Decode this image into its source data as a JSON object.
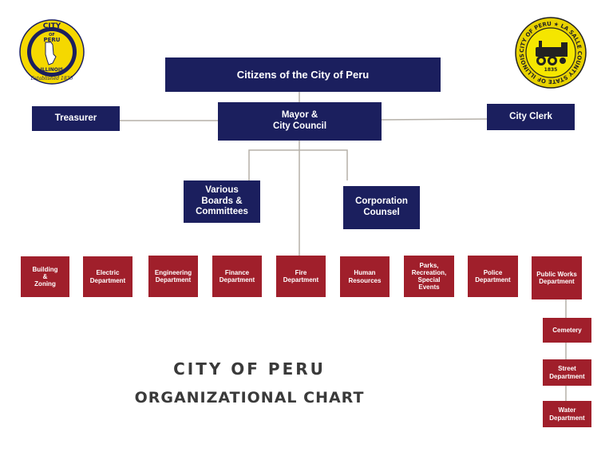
{
  "seal_left": {
    "top_text": "CITY",
    "of": "OF",
    "name": "PERU",
    "state": "ILLINOIS",
    "established": "Established 1835",
    "colors": {
      "ring": "#f5d800",
      "inner": "#1b1f5e"
    }
  },
  "seal_right": {
    "ring_text": "CITY OF PERU ★ LA SALLE COUNTY STATE OF ILLINOIS",
    "year": "1835",
    "colors": {
      "ring": "#e8d200",
      "inner": "#f5e600"
    }
  },
  "nodes": {
    "citizens": "Citizens of the City of Peru",
    "treasurer": "Treasurer",
    "mayor": "Mayor &\nCity Council",
    "clerk": "City Clerk",
    "boards": "Various\nBoards &\nCommittees",
    "counsel": "Corporation\nCounsel",
    "building": "Building\n&\nZoning",
    "electric": "Electric\nDepartment",
    "engineering": "Engineering\nDepartment",
    "finance": "Finance\nDepartment",
    "fire": "Fire\nDepartment",
    "hr": "Human\nResources",
    "parks": "Parks,\nRecreation,\nSpecial\nEvents",
    "police": "Police\nDepartment",
    "publicworks": "Public Works\nDepartment",
    "cemetery": "Cemetery",
    "street": "Street\nDepartment",
    "water": "Water\nDepartment"
  },
  "title": {
    "line1": "CITY OF PERU",
    "line2": "ORGANIZATIONAL CHART"
  },
  "colors": {
    "navy": "#1b1f5e",
    "red": "#a01f2b",
    "connector": "#b5b0a8"
  }
}
